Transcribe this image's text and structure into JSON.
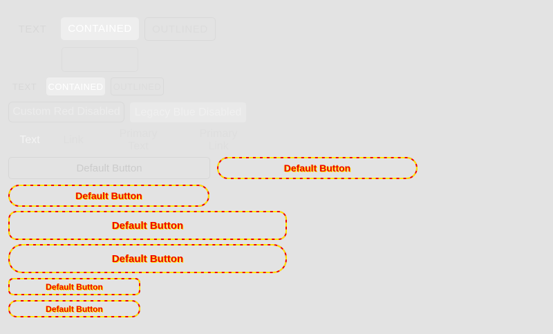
{
  "colors": {
    "background": "#e3e3e3",
    "contained_button_bg": "#eeeeee",
    "contained_button_text": "#ffffff",
    "muted_text": "#d8d8d8",
    "muted_border": "#d9d9d9",
    "disabled_text": "#ececec",
    "gray_default_border": "#d6d6d6",
    "gray_default_text": "#cbcbcb",
    "red_accent": "#ee0000",
    "yellow_accent": "#ffe600"
  },
  "row_variants_large": {
    "text_label": "TEXT",
    "contained_label": "CONTAINED",
    "outlined_label": "OUTLINED"
  },
  "empty_button": {
    "label": ""
  },
  "row_variants_small": {
    "text_label": "TEXT",
    "contained_label": "CONTAINED",
    "outlined_label": "OUTLINED"
  },
  "row_disabled": {
    "custom_red_label": "Custom Red Disabled",
    "legacy_blue_label": "Legacy Blue Disabled"
  },
  "row_links": {
    "text": "Text",
    "link": "Link",
    "primary_text": "Primary Text",
    "primary_link": "Primary Link"
  },
  "default_button": {
    "label": "Default Button"
  }
}
